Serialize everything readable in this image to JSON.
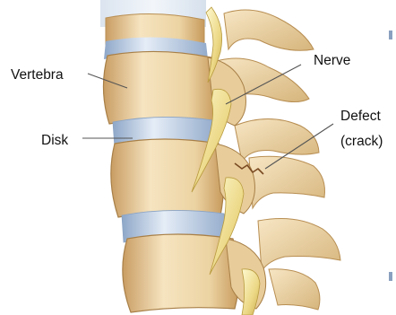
{
  "labels": {
    "vertebra": "Vertebra",
    "disk": "Disk",
    "nerve": "Nerve",
    "defect_line1": "Defect",
    "defect_line2": "(crack)"
  },
  "colors": {
    "bone_light": "#f4e1bb",
    "bone_mid": "#e3c58f",
    "bone_shadow": "#b88e52",
    "disk_light": "#dfe8f3",
    "disk_mid": "#9fb6d3",
    "nerve_light": "#fbf3bd",
    "nerve_mid": "#e0cc6d",
    "leader": "#555555",
    "crack": "#7a4a22"
  }
}
